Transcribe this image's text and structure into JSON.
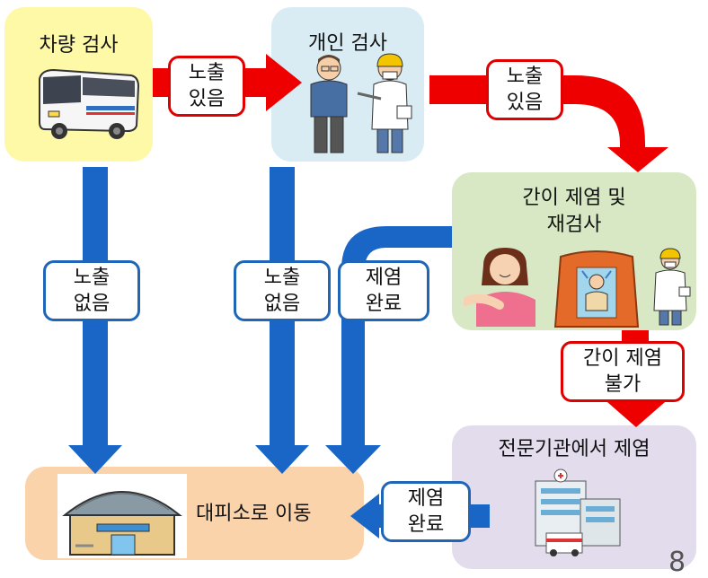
{
  "colors": {
    "vehicle_box": "#fdf9a7",
    "person_box": "#d9ecf4",
    "decon_box": "#d8e7c4",
    "specialist_box": "#e3dced",
    "evac_box": "#fbd3ab",
    "red_arrow": "#ee0000",
    "blue_arrow": "#1a66c6"
  },
  "nodes": {
    "vehicle_check": "차량 검사",
    "personal_check": "개인 검사",
    "simple_decon_l1": "간이 제염 및",
    "simple_decon_l2": "재검사",
    "specialist_decon": "전문기관에서 제염",
    "evacuation": "대피소로 이동"
  },
  "labels": {
    "exposure_yes_1": [
      "노출",
      "있음"
    ],
    "exposure_yes_2": [
      "노출",
      "있음"
    ],
    "no_exposure_1": [
      "노출",
      "없음"
    ],
    "no_exposure_2": [
      "노출",
      "없음"
    ],
    "decon_done_1": [
      "제염",
      "완료"
    ],
    "decon_impossible": [
      "간이 제염",
      "불가"
    ],
    "decon_done_2": [
      "제염",
      "완료"
    ]
  },
  "page_number": "8",
  "icons": [
    "bus-icon",
    "inspection-people-icon",
    "woman-icon",
    "decon-tent-icon",
    "inspector-icon",
    "hospital-icon",
    "shelter-building-icon"
  ]
}
